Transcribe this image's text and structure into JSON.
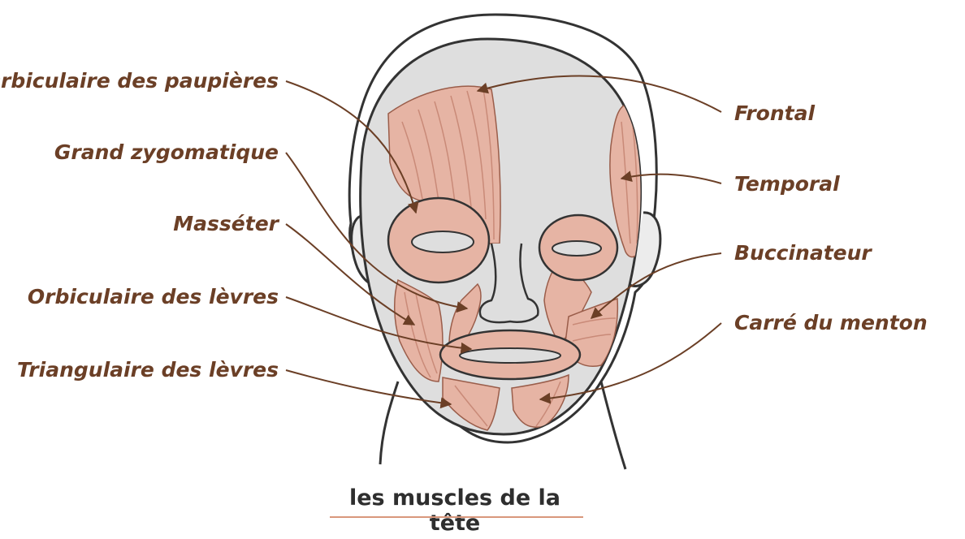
{
  "caption": "les muscles de la tête",
  "colors": {
    "label_text": "#6b3f26",
    "leader_line": "#6b3f26",
    "muscle_fill": "#e6b4a4",
    "muscle_stripe": "#c98a78",
    "skin": "#dedede",
    "outline": "#333333",
    "caption_rule": "#d9977c"
  },
  "labels": {
    "left": [
      "Orbiculaire des paupières",
      "Grand zygomatique",
      "Masséter",
      "Orbiculaire des lèvres",
      "Triangulaire des lèvres"
    ],
    "right": [
      "Frontal",
      "Temporal",
      "Buccinateur",
      "Carré du menton"
    ]
  }
}
